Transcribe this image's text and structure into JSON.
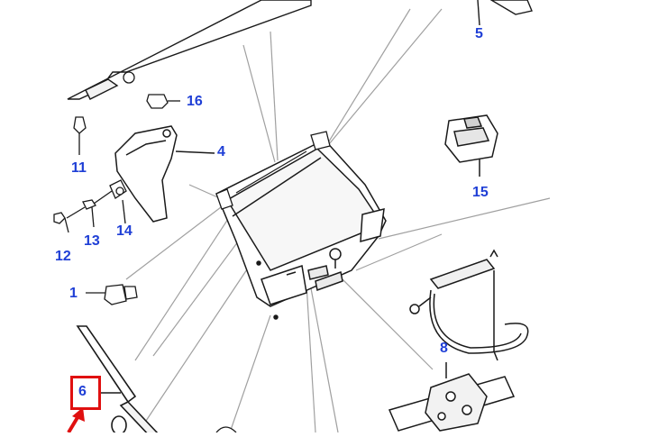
{
  "diagram": {
    "callouts": [
      {
        "id": "c1",
        "label": "1"
      },
      {
        "id": "c4",
        "label": "4"
      },
      {
        "id": "c5",
        "label": "5"
      },
      {
        "id": "c6",
        "label": "6"
      },
      {
        "id": "c8",
        "label": "8"
      },
      {
        "id": "c11",
        "label": "11"
      },
      {
        "id": "c12",
        "label": "12"
      },
      {
        "id": "c13",
        "label": "13"
      },
      {
        "id": "c14",
        "label": "14"
      },
      {
        "id": "c15",
        "label": "15"
      },
      {
        "id": "c16",
        "label": "16"
      }
    ],
    "colors": {
      "callout_text": "#1f3fd6",
      "line_art": "#1a1a1a",
      "leader_lines": "#9a9a9a",
      "highlight": "#e01010",
      "background": "#ffffff"
    }
  }
}
